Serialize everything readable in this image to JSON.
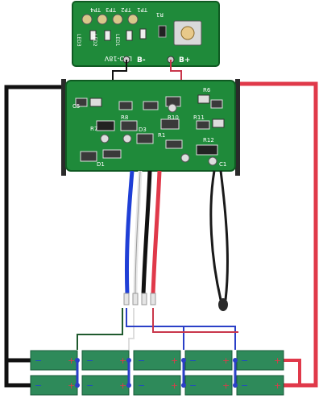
{
  "led_board": {
    "test_points": [
      "TP1",
      "TP2",
      "TP3",
      "TP4"
    ],
    "leds": [
      "LED1",
      "LED2",
      "LED3"
    ],
    "resistor": "R1",
    "indicator_label": "LED-18V",
    "neg_terminal": "B-",
    "pos_terminal": "B+"
  },
  "bms_board": {
    "labels": [
      "R6",
      "C5",
      "R7",
      "R8",
      "D3",
      "R1",
      "R10",
      "R11",
      "R12",
      "D1",
      "C1"
    ]
  },
  "cells": {
    "top_row": 5,
    "bottom_row": 5,
    "pos_sign": "+",
    "neg_sign": "−"
  },
  "colors": {
    "board": "#1f8a3a",
    "board_dark": "#156b2b",
    "cell": "#2e8a5a",
    "black_wire": "#111111",
    "red_wire": "#e0394a",
    "blue_wire": "#1f3fd6",
    "white_wire": "#f2f2f2",
    "balance_red": "#c9374b",
    "balance_blue": "#2a3fc7",
    "balance_green": "#1f5a2e"
  }
}
